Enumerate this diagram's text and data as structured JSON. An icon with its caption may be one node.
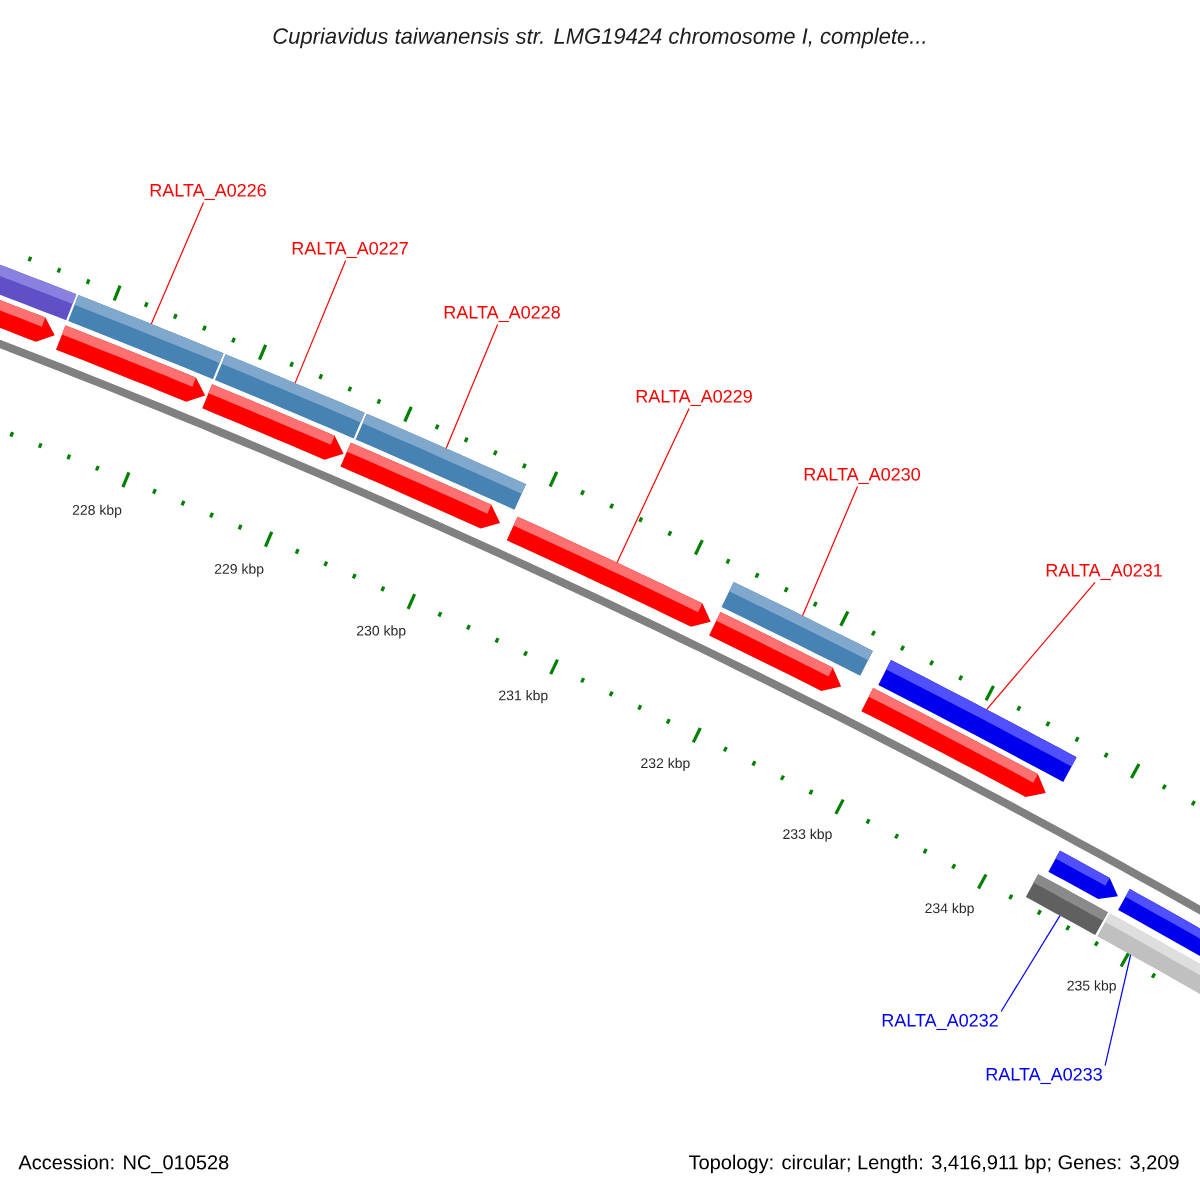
{
  "diagram": {
    "title": "Cupriavidus taiwanensis str. LMG19424 chromosome I, complete...",
    "nodes": [
      {
        "text": [
          "RALTA_A0226"
        ]
      },
      {
        "text": [
          "RALTA_A0227"
        ]
      },
      {
        "text": [
          "RALTA_A0228"
        ]
      },
      {
        "text": [
          "RALTA_A0229"
        ]
      },
      {
        "text": [
          "RALTA_A0230"
        ]
      },
      {
        "text": [
          "RALTA_A0231"
        ]
      },
      {
        "text": [
          "RALTA_A0232"
        ]
      },
      {
        "text": [
          "RALTA_A0233"
        ]
      },
      {
        "text": [],
        "shape": "bar"
      },
      {
        "text": [],
        "shape": "bar"
      },
      {
        "text": [],
        "shape": "bar"
      },
      {
        "text": [],
        "shape": "bar"
      },
      {
        "text": [],
        "shape": "bar"
      },
      {
        "text": [],
        "shape": "bar"
      },
      {
        "text": [],
        "shape": "bar"
      },
      {
        "text": [],
        "shape": "bar"
      },
      {
        "text": [],
        "shape": "bar"
      },
      {
        "text": [],
        "shape": "bar"
      },
      {
        "text": [],
        "shape": "bar"
      },
      {
        "text": [],
        "shape": "bar"
      },
      {
        "text": [],
        "shape": "bar"
      },
      {
        "text": [],
        "shape": "bar"
      },
      {
        "text": [],
        "shape": "bar"
      },
      {
        "text": [],
        "shape": "bar"
      },
      {
        "text": [],
        "shape": "bar"
      }
    ],
    "edges": [
      {
        "from": 0,
        "to": 11,
        "arrow": "none"
      },
      {
        "from": 1,
        "to": 13,
        "arrow": "none"
      },
      {
        "from": 2,
        "to": 15,
        "arrow": "none"
      },
      {
        "from": 3,
        "to": 16,
        "arrow": "none"
      },
      {
        "from": 4,
        "to": 18,
        "arrow": "none"
      },
      {
        "from": 5,
        "to": 20,
        "arrow": "none"
      },
      {
        "from": 6,
        "to": 21,
        "arrow": "none",
        "color": "#0000ff"
      },
      {
        "from": 7,
        "to": 23,
        "arrow": "none",
        "color": "#0000ff"
      }
    ],
    "labels": [
      "228 kbp",
      "229 kbp",
      "230 kbp",
      "231 kbp",
      "232 kbp",
      "233 kbp",
      "234 kbp",
      "235 kbp",
      "Accession: NC_010528",
      "Topology: circular; Length: 3,416,911 bp; Genes: 3,209"
    ]
  }
}
